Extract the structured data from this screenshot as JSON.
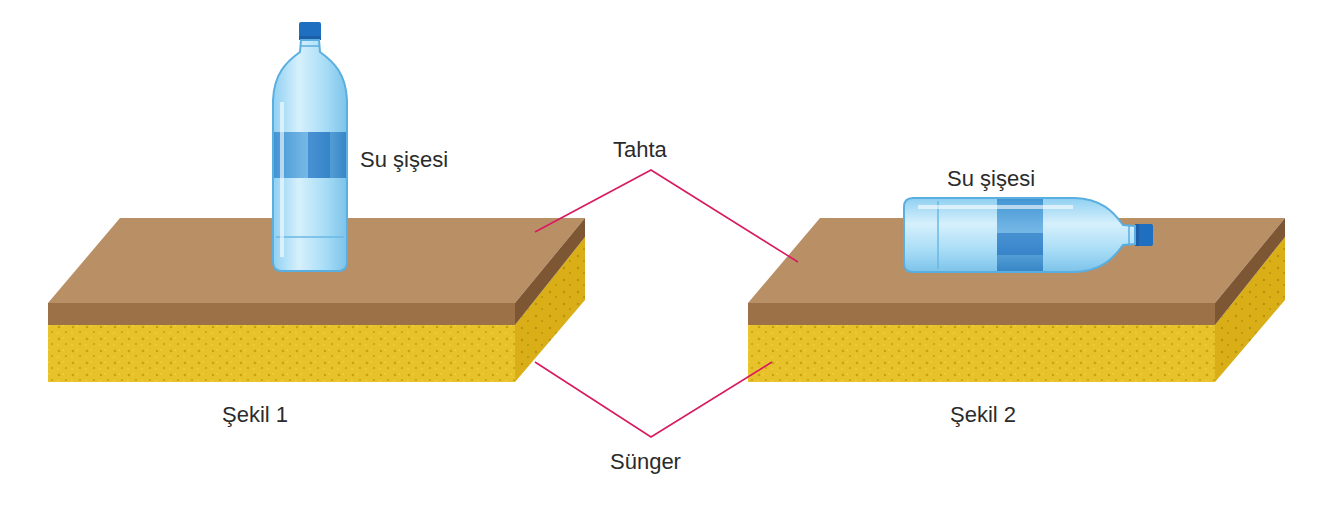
{
  "diagram": {
    "labels": [
      "Su şişesi",
      "Tahta",
      "Su şişesi",
      "Şekil 1",
      "Şekil 2",
      "Sünger"
    ]
  }
}
